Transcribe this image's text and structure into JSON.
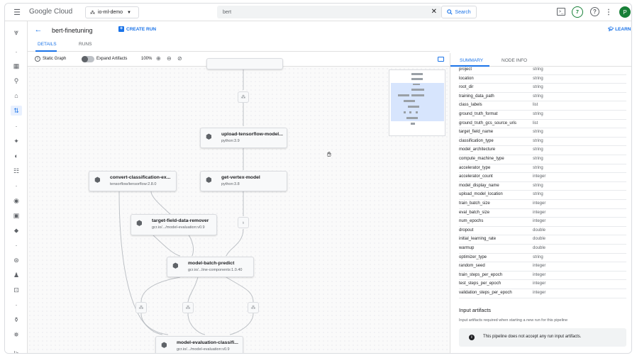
{
  "header": {
    "logo": "Google Cloud",
    "project": "io-ml-demo",
    "search_value": "bert",
    "search_button": "Search",
    "badge": "7",
    "avatar": "P"
  },
  "page": {
    "title": "bert-finetuning",
    "create_run": "CREATE RUN",
    "learn": "LEARN"
  },
  "tabs": [
    "DETAILS",
    "RUNS"
  ],
  "toolbar": {
    "static_graph": "Static Graph",
    "expand_artifacts": "Expand Artifacts",
    "zoom": "100%"
  },
  "nodes": [
    {
      "title": "upload-tensorflow-model...",
      "sub": "python:3.9"
    },
    {
      "title": "get-vertex-model",
      "sub": "python:3.8"
    },
    {
      "title": "convert-classification-ex...",
      "sub": "tensorflow/tensorflow:2.8.0"
    },
    {
      "title": "target-field-data-remover",
      "sub": "gcr.io/.../model-evaluation:v0.9"
    },
    {
      "title": "model-batch-predict",
      "sub": "gcr.io/...line-components:1.0.40"
    },
    {
      "title": "model-evaluation-classifi...",
      "sub": "gcr.io/.../model-evaluation:v0.9"
    }
  ],
  "right_panel": {
    "tabs": [
      "SUMMARY",
      "NODE INFO"
    ],
    "params": [
      {
        "name": "project",
        "type": "string"
      },
      {
        "name": "location",
        "type": "string"
      },
      {
        "name": "root_dir",
        "type": "string"
      },
      {
        "name": "training_data_path",
        "type": "string"
      },
      {
        "name": "class_labels",
        "type": "list"
      },
      {
        "name": "ground_truth_format",
        "type": "string"
      },
      {
        "name": "ground_truth_gcs_source_uris",
        "type": "list"
      },
      {
        "name": "target_field_name",
        "type": "string"
      },
      {
        "name": "classification_type",
        "type": "string"
      },
      {
        "name": "model_architecture",
        "type": "string"
      },
      {
        "name": "compute_machine_type",
        "type": "string"
      },
      {
        "name": "accelerator_type",
        "type": "string"
      },
      {
        "name": "accelerator_count",
        "type": "integer"
      },
      {
        "name": "model_display_name",
        "type": "string"
      },
      {
        "name": "upload_model_location",
        "type": "string"
      },
      {
        "name": "train_batch_size",
        "type": "integer"
      },
      {
        "name": "eval_batch_size",
        "type": "integer"
      },
      {
        "name": "num_epochs",
        "type": "integer"
      },
      {
        "name": "dropout",
        "type": "double"
      },
      {
        "name": "initial_learning_rate",
        "type": "double"
      },
      {
        "name": "warmup",
        "type": "double"
      },
      {
        "name": "optimizer_type",
        "type": "string"
      },
      {
        "name": "random_seed",
        "type": "integer"
      },
      {
        "name": "train_steps_per_epoch",
        "type": "integer"
      },
      {
        "name": "test_steps_per_epoch",
        "type": "integer"
      },
      {
        "name": "validation_steps_per_epoch",
        "type": "integer"
      }
    ],
    "input_artifacts_title": "Input artifacts",
    "input_artifacts_desc": "Input artifacts required when starting a new run for this pipeline",
    "input_artifacts_note": "This pipeline does not accept any run input artifacts."
  },
  "colors": {
    "accent": "#1a73e8",
    "avatar": "#188038"
  }
}
